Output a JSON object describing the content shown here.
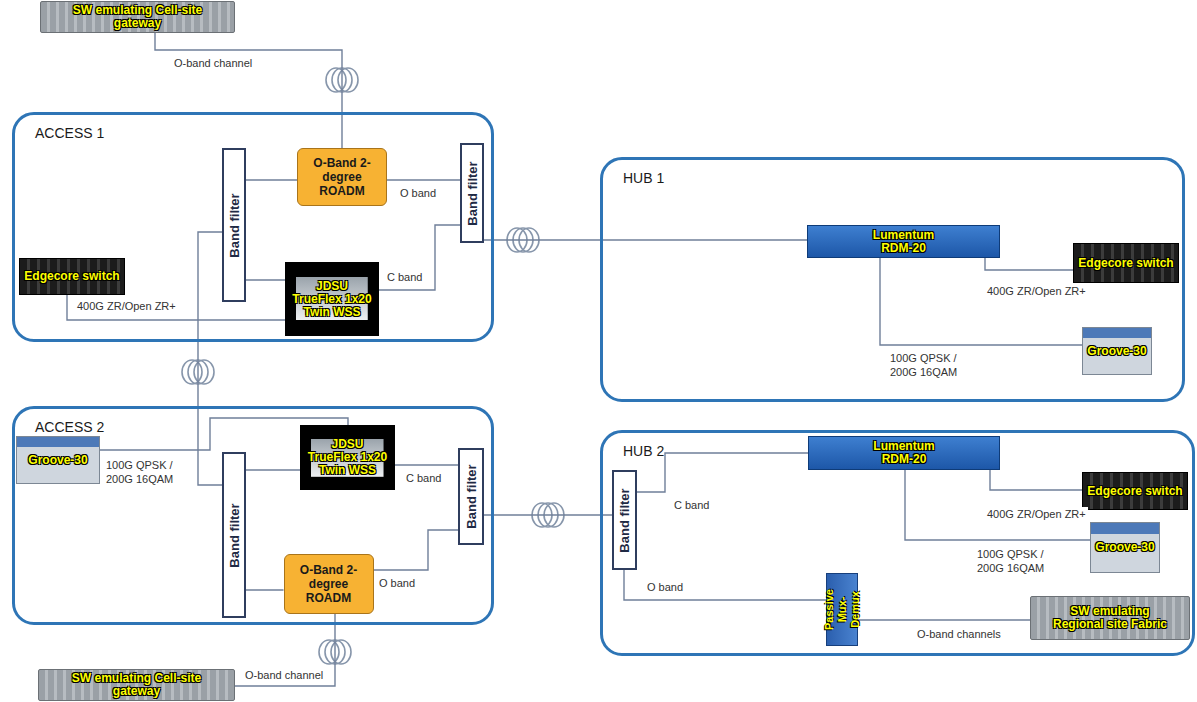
{
  "diagram": {
    "nodes": [
      {
        "text": [
          "SW emulating Cell-site gateway"
        ]
      },
      {
        "text": [
          "ACCESS 1"
        ]
      },
      {
        "text": [
          "O-Band 2-degree ROADM"
        ],
        "in": 1
      },
      {
        "text": [
          "Band filter"
        ],
        "in": 1
      },
      {
        "text": [
          "Band filter"
        ],
        "in": 1
      },
      {
        "text": [
          "Edgecore switch"
        ],
        "in": 1
      },
      {
        "text": [
          "JDSU TrueFlex 1x20 Twin WSS"
        ],
        "in": 1
      },
      {
        "text": [
          "HUB 1"
        ]
      },
      {
        "text": [
          "Lumentum RDM-20"
        ],
        "in": 7
      },
      {
        "text": [
          "Edgecore switch"
        ],
        "in": 7
      },
      {
        "text": [
          "Groove-30"
        ],
        "in": 7
      },
      {
        "text": [
          "ACCESS 2"
        ]
      },
      {
        "text": [
          "Groove-30"
        ],
        "in": 11
      },
      {
        "text": [
          "JDSU TrueFlex 1x20 Twin WSS"
        ],
        "in": 11
      },
      {
        "text": [
          "Band filter"
        ],
        "in": 11
      },
      {
        "text": [
          "Band filter"
        ],
        "in": 11
      },
      {
        "text": [
          "O-Band 2-degree ROADM"
        ],
        "in": 11
      },
      {
        "text": [
          "HUB 2"
        ]
      },
      {
        "text": [
          "Band filter"
        ],
        "in": 17
      },
      {
        "text": [
          "Lumentum RDM-20"
        ],
        "in": 17
      },
      {
        "text": [
          "Edgecore switch"
        ],
        "in": 17
      },
      {
        "text": [
          "Groove-30"
        ],
        "in": 17
      },
      {
        "text": [
          "Passive Mux-Demux"
        ],
        "in": 17
      },
      {
        "text": [
          "SW emulating Regional site Fabric"
        ],
        "in": 17
      },
      {
        "text": [
          "SW emulating Cell-site gateway"
        ]
      }
    ],
    "edges": [
      {
        "from": 0,
        "to": 2,
        "arrow": "none",
        "label": "O-band channel"
      },
      {
        "from": 2,
        "to": 4,
        "arrow": "none",
        "label": "O band"
      },
      {
        "from": 6,
        "to": 4,
        "arrow": "none",
        "label": "C band"
      },
      {
        "from": 4,
        "to": 8,
        "arrow": "none"
      },
      {
        "from": 5,
        "to": 6,
        "arrow": "none",
        "label": "400G ZR/Open ZR+"
      },
      {
        "from": 3,
        "to": 2,
        "arrow": "none"
      },
      {
        "from": 3,
        "to": 6,
        "arrow": "none"
      },
      {
        "from": 3,
        "to": 14,
        "arrow": "none"
      },
      {
        "from": 8,
        "to": 9,
        "arrow": "none",
        "label": "400G ZR/Open ZR+"
      },
      {
        "from": 8,
        "to": 10,
        "arrow": "none",
        "label": "100G QPSK / 200G 16QAM"
      },
      {
        "from": 12,
        "to": 13,
        "arrow": "none",
        "label": "100G QPSK / 200G 16QAM"
      },
      {
        "from": 14,
        "to": 13,
        "arrow": "none"
      },
      {
        "from": 14,
        "to": 16,
        "arrow": "none"
      },
      {
        "from": 13,
        "to": 15,
        "arrow": "none",
        "label": "C band"
      },
      {
        "from": 16,
        "to": 15,
        "arrow": "none",
        "label": "O band"
      },
      {
        "from": 15,
        "to": 18,
        "arrow": "none"
      },
      {
        "from": 18,
        "to": 19,
        "arrow": "none",
        "label": "C band"
      },
      {
        "from": 18,
        "to": 22,
        "arrow": "none",
        "label": "O band"
      },
      {
        "from": 19,
        "to": 20,
        "arrow": "none",
        "label": "400G ZR/Open ZR+"
      },
      {
        "from": 19,
        "to": 21,
        "arrow": "none",
        "label": "100G QPSK / 200G 16QAM"
      },
      {
        "from": 22,
        "to": 23,
        "arrow": "none",
        "label": "O-band channels"
      },
      {
        "from": 24,
        "to": 16,
        "arrow": "none",
        "label": "O-band channel"
      }
    ]
  }
}
